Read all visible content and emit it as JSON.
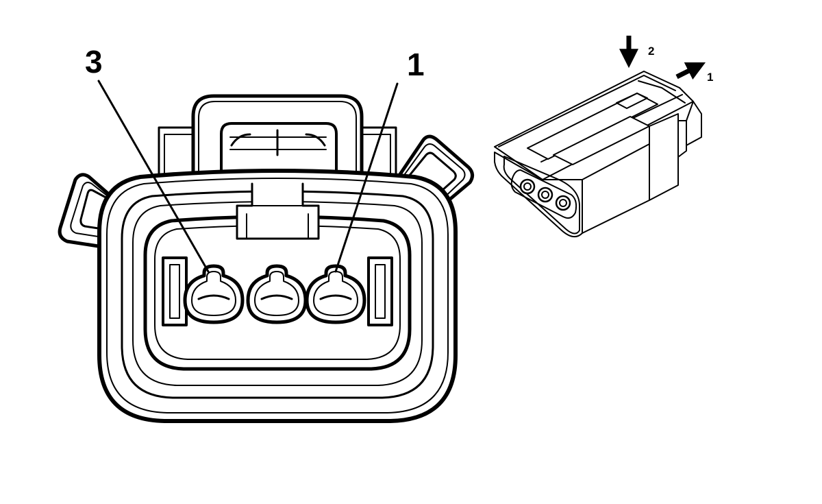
{
  "colors": {
    "line": "#000000",
    "background": "#ffffff"
  },
  "connector_face": {
    "pin_labels": [
      {
        "text": "3"
      },
      {
        "text": "1"
      }
    ]
  },
  "connector_iso": {
    "step_labels": [
      {
        "text": "2",
        "arrow": "arrow-down-icon"
      },
      {
        "text": "1",
        "arrow": "arrow-up-right-icon"
      }
    ]
  }
}
